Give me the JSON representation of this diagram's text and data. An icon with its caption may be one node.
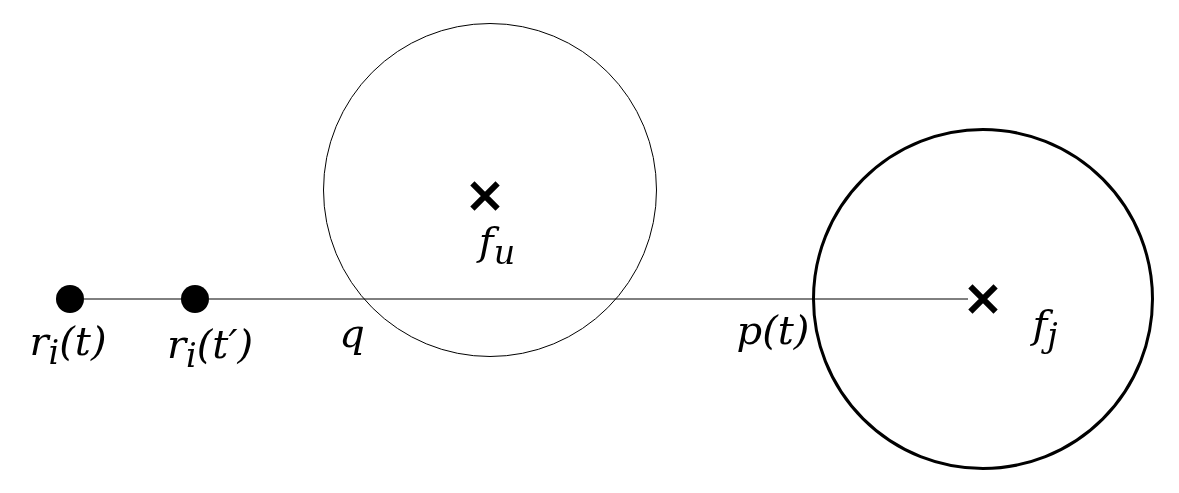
{
  "diagram": {
    "nodes": [
      {
        "text": [],
        "shape": "circle",
        "beside": [
          "r$_{i}$(t)"
        ]
      },
      {
        "text": [],
        "shape": "circle",
        "beside": [
          "r$_{i}$(t′)"
        ]
      },
      {
        "text": [],
        "shape": "circle"
      },
      {
        "text": [],
        "shape": "cross",
        "in": 2,
        "beside": [
          "f$_{u}$"
        ]
      },
      {
        "text": [],
        "shape": "circle"
      },
      {
        "text": [],
        "shape": "cross",
        "in": 4,
        "beside": [
          "f$_{j}$"
        ]
      }
    ],
    "edges": [
      {
        "from": 0,
        "to": 1,
        "arrow": "none"
      },
      {
        "from": 1,
        "to": 5,
        "arrow": "none"
      }
    ],
    "labels": [
      "q",
      "p(t)"
    ]
  }
}
